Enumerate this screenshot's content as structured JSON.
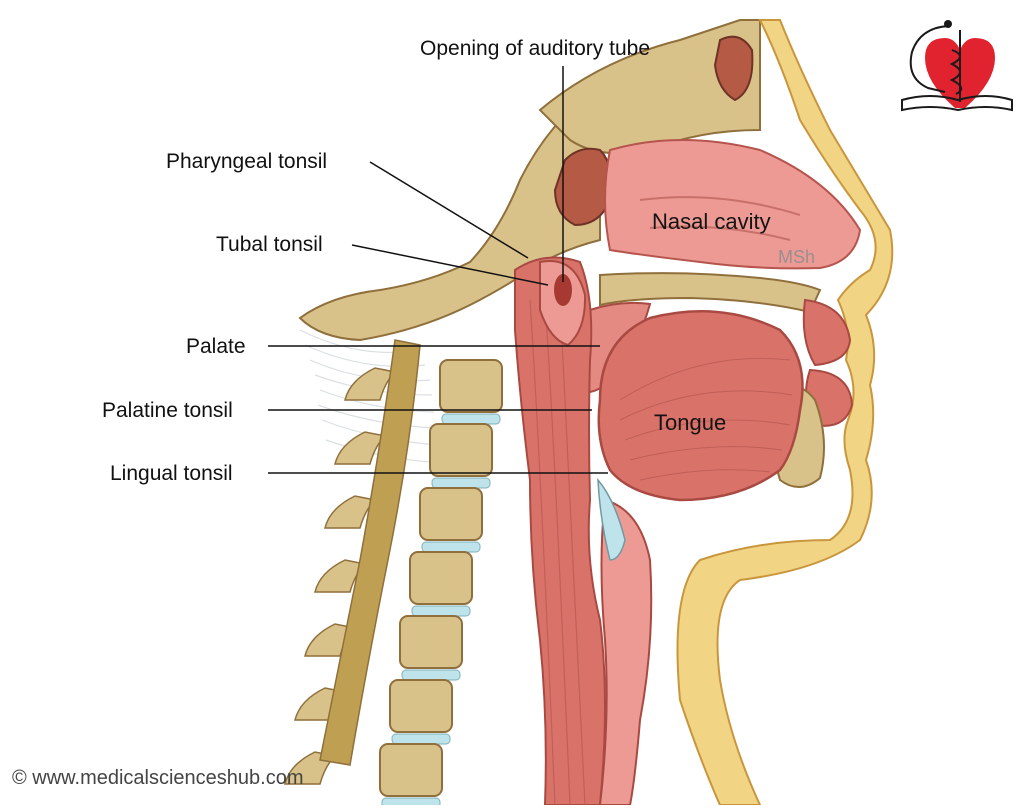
{
  "labels": {
    "opening_auditory_tube": "Opening of auditory tube",
    "pharyngeal_tonsil": "Pharyngeal tonsil",
    "tubal_tonsil": "Tubal tonsil",
    "palate": "Palate",
    "palatine_tonsil": "Palatine tonsil",
    "lingual_tonsil": "Lingual tonsil",
    "nasal_cavity": "Nasal cavity",
    "tongue": "Tongue"
  },
  "watermark": "MSh",
  "copyright": "© www.medicalscienceshub.com",
  "logo": {
    "icon": "heart-caduceus-book-logo",
    "heart_color": "#e0232e",
    "line_color": "#1a1a1a"
  },
  "colors": {
    "bone": "#d9c28a",
    "bone_dark": "#8f6f3c",
    "muscle": "#d9736a",
    "mucosa": "#ec9a93",
    "mucosa_light": "#f3b8b1",
    "fat": "#f1d585",
    "disc": "#bfe3ea",
    "skin": "#f3c78f",
    "sinus": "#b45a45",
    "nerve": "#eef1f2"
  }
}
